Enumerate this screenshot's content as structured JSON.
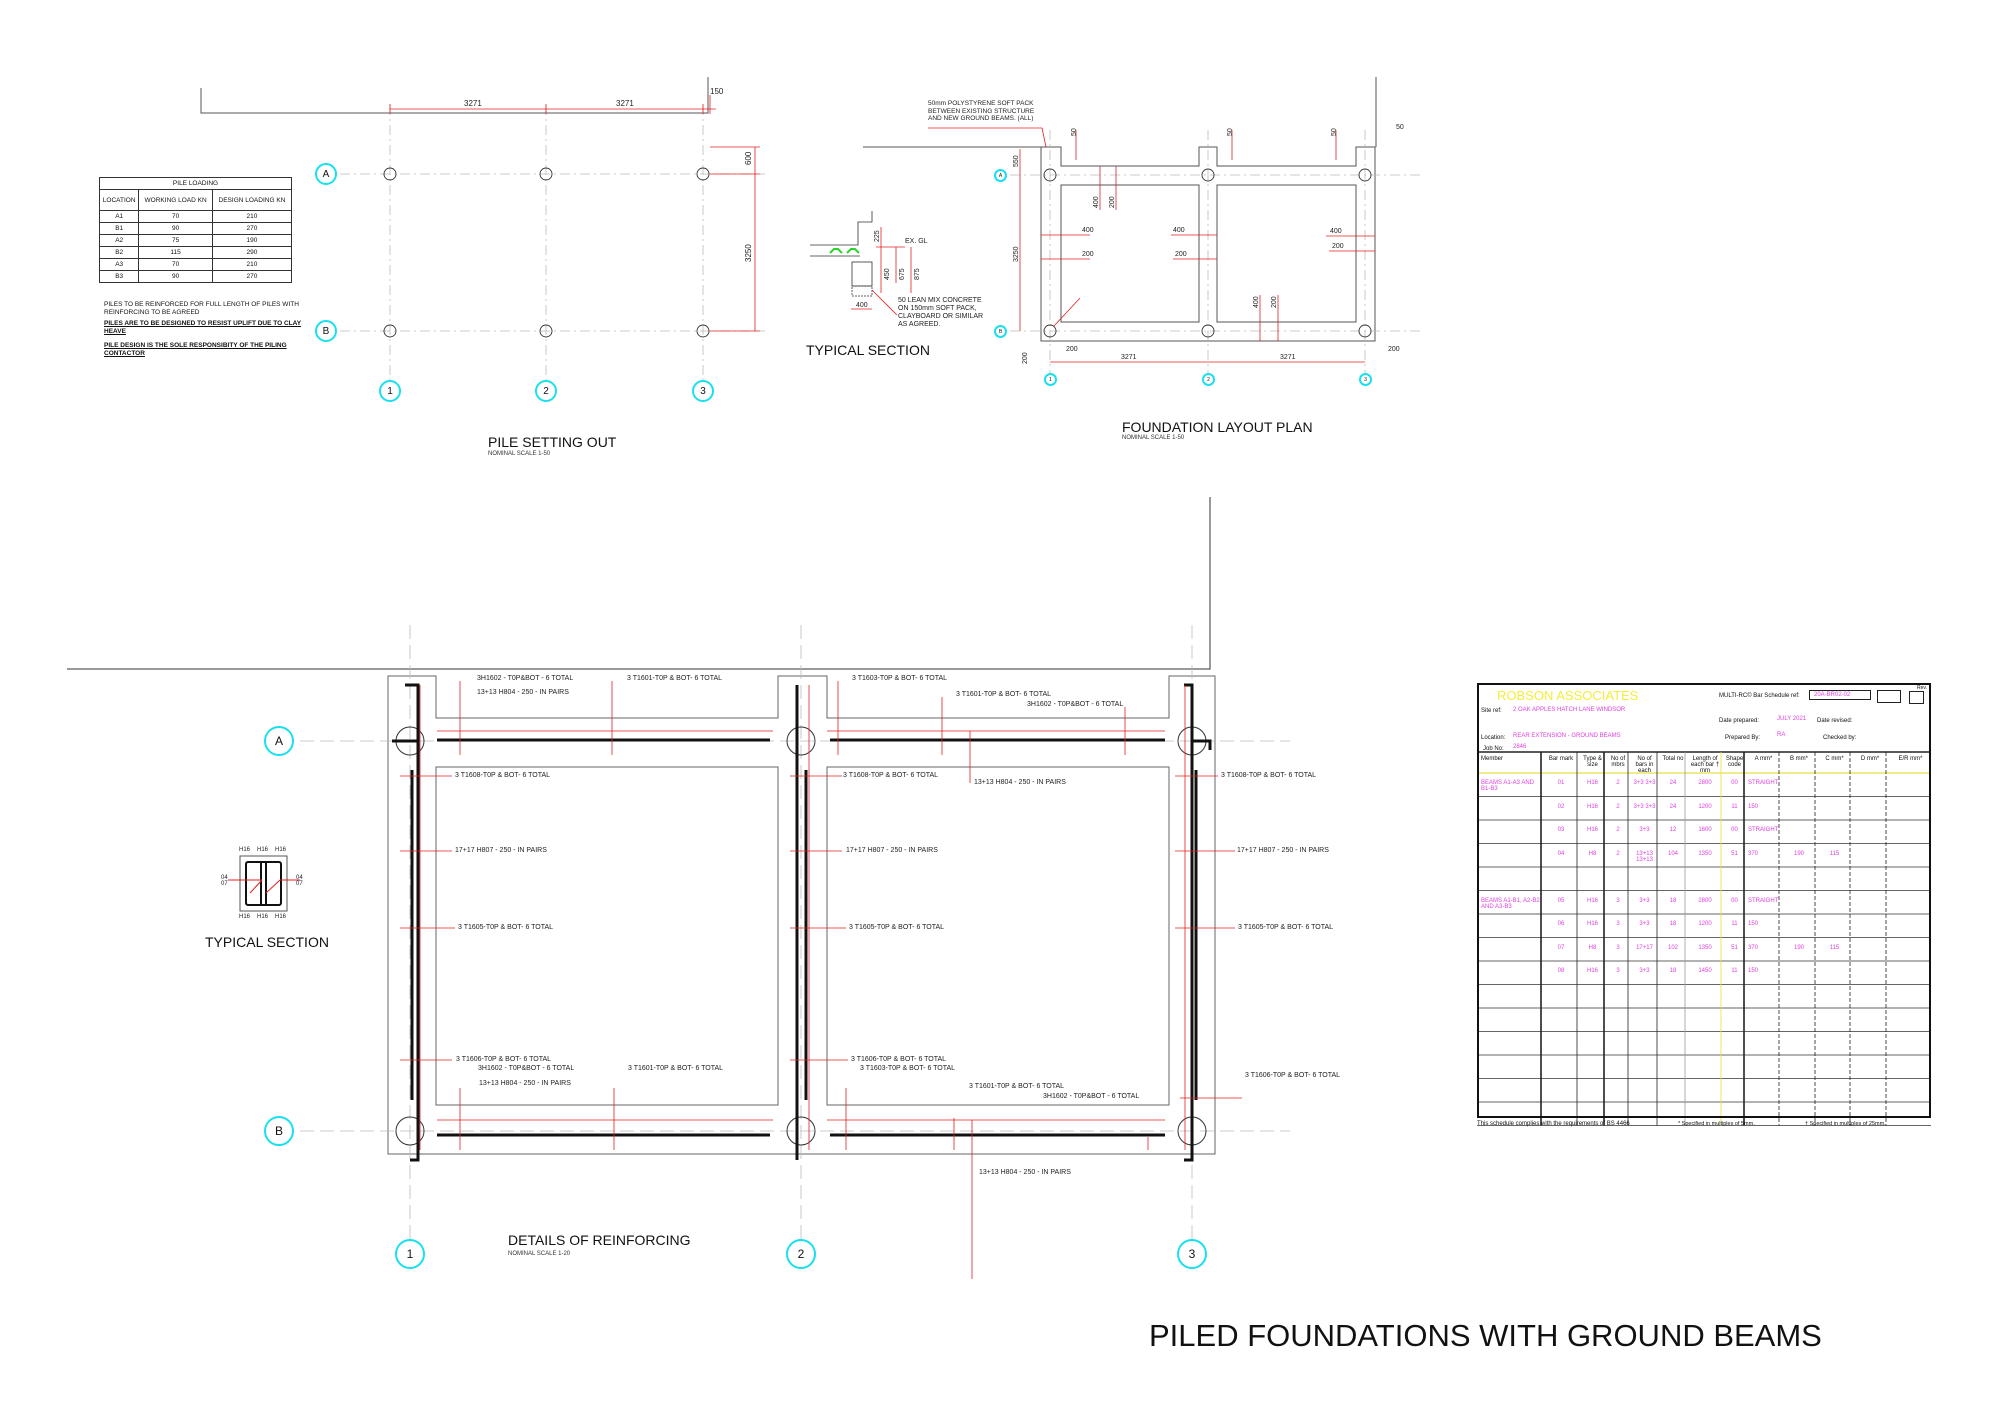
{
  "main_title": "PILED FOUNDATIONS WITH GROUND BEAMS",
  "pile_setting_out": {
    "title": "PILE SETTING OUT",
    "scale": "NOMINAL SCALE 1-50",
    "rows": [
      "A",
      "B"
    ],
    "cols": [
      "1",
      "2",
      "3"
    ],
    "dims": [
      "3271",
      "3271",
      "150",
      "600",
      "3250"
    ]
  },
  "pile_loading": {
    "title": "PILE LOADING",
    "headers": [
      "LOCATION",
      "WORKING LOAD KN",
      "DESIGN LOADING KN"
    ],
    "rows": [
      [
        "A1",
        "70",
        "210"
      ],
      [
        "B1",
        "90",
        "270"
      ],
      [
        "A2",
        "75",
        "190"
      ],
      [
        "B2",
        "115",
        "290"
      ],
      [
        "A3",
        "70",
        "210"
      ],
      [
        "B3",
        "90",
        "270"
      ]
    ],
    "notes": [
      "PILES TO BE REINFORCED FOR FULL LENGTH OF PILES WITH REINFORCING TO BE AGREED",
      "PILES ARE TO BE DESIGNED TO RESIST UPLIFT DUE TO CLAY HEAVE",
      "PILE DESIGN IS THE SOLE RESPONSIBITY OF THE PILING CONTACTOR"
    ]
  },
  "typical_section_top": {
    "title": "TYPICAL SECTION",
    "ex_gl": "EX. GL",
    "note": "50 LEAN MIX CONCRETE ON 150mm SOFT PACK, CLAYBOARD OR SIMILAR AS AGREED.",
    "dims": [
      "225",
      "450",
      "675",
      "875",
      "400"
    ]
  },
  "foundation_layout": {
    "title": "FOUNDATION LAYOUT PLAN",
    "scale": "NOMINAL SCALE 1-50",
    "note": "50mm POLYSTYRENE SOFT PACK BETWEEN EXISTING STRUCTURE AND NEW GROUND BEAMS. (ALL)",
    "rows": [
      "A",
      "B"
    ],
    "cols": [
      "1",
      "2",
      "3"
    ],
    "dims": [
      "50",
      "50",
      "50",
      "50",
      "550",
      "3250",
      "400",
      "200",
      "400",
      "200",
      "400",
      "200",
      "400",
      "200",
      "400",
      "200",
      "200",
      "200",
      "3271",
      "3271",
      "200"
    ]
  },
  "reinforcing": {
    "title": "DETAILS OF REINFORCING",
    "scale": "NOMINAL SCALE 1-20",
    "rows": [
      "A",
      "B"
    ],
    "cols": [
      "1",
      "2",
      "3"
    ],
    "labels": [
      "3H1602 - T0P&BOT - 6 TOTAL",
      "13+13 H804 - 250 - IN PAIRS",
      "3 T1601-T0P & BOT- 6 TOTAL",
      "3 T1608-T0P & BOT- 6 TOTAL",
      "3 T1603-T0P & BOT- 6 TOTAL",
      "3 T1601-T0P & BOT- 6 TOTAL",
      "3H1602 - T0P&BOT - 6 TOTAL",
      "3 T1608-T0P & BOT- 6 TOTAL",
      "13+13 H804 - 250 - IN PAIRS",
      "3 T1608-T0P & BOT- 6 TOTAL",
      "17+17 H807 - 250 - IN PAIRS",
      "17+17 H807 - 250 - IN PAIRS",
      "17+17 H807 - 250 - IN PAIRS",
      "3 T1605-T0P & BOT- 6 TOTAL",
      "3 T1605-T0P & BOT- 6 TOTAL",
      "3 T1605-T0P & BOT- 6 TOTAL",
      "3 T1606-T0P & BOT- 6 TOTAL",
      "3H1602 - T0P&BOT - 6 TOTAL",
      "3 T1601-T0P & BOT- 6 TOTAL",
      "13+13 H804 - 250 - IN PAIRS",
      "3 T1606-T0P & BOT- 6 TOTAL",
      "3 T1603-T0P & BOT- 6 TOTAL",
      "3 T1601-T0P & BOT- 6 TOTAL",
      "3H1602 - T0P&BOT - 6 TOTAL",
      "3 T1606-T0P & BOT- 6 TOTAL",
      "13+13 H804 - 250 - IN PAIRS"
    ]
  },
  "typical_section_bottom": {
    "title": "TYPICAL SECTION",
    "bars_top": [
      "H16",
      "H16",
      "H16"
    ],
    "bars_bottom": [
      "H16",
      "H16",
      "H16"
    ],
    "marks_left": "04\n07",
    "marks_right": "04\n07"
  },
  "bar_schedule": {
    "company": "ROBSON  ASSOCIATES",
    "schedule_ref_label": "MULTI-RC© Bar Schedule ref:",
    "schedule_ref": "20A-BR02-02",
    "rev_label": "Rev.",
    "site_ref_label": "Site ref:",
    "site_ref": "2 OAK APPLES HATCH LANE WINDSOR",
    "date_prepared_label": "Date prepared:",
    "date_prepared": "JULY 2021",
    "date_revised_label": "Date revised:",
    "location_label": "Location:",
    "location": "REAR EXTENSION - GROUND BEAMS",
    "prepared_by_label": "Prepared By:",
    "prepared_by": "RA",
    "checked_by_label": "Checked by:",
    "job_no_label": "Job No:",
    "job_no": "2846",
    "headers": [
      "Member",
      "Bar mark",
      "Type & size",
      "No of mbrs",
      "No of bars in each",
      "Total no",
      "Length of each bar † mm",
      "Shape code",
      "A mm*",
      "B mm*",
      "C mm*",
      "D mm*",
      "E/R mm*"
    ],
    "rows": [
      [
        "BEAMS A1-A3 AND B1-B3",
        "01",
        "H16",
        "2",
        "3+3 3+3",
        "24",
        "2800",
        "00",
        "STRAIGHT",
        "",
        "",
        "",
        ""
      ],
      [
        "",
        "02",
        "H16",
        "2",
        "3+3 3+3",
        "24",
        "1200",
        "11",
        "150",
        "",
        "",
        "",
        ""
      ],
      [
        "",
        "03",
        "H16",
        "2",
        "3+3",
        "12",
        "1600",
        "00",
        "STRAIGHT",
        "",
        "",
        "",
        ""
      ],
      [
        "",
        "04",
        "H8",
        "2",
        "13+13 13+13",
        "104",
        "1350",
        "51",
        "370",
        "190",
        "115",
        "",
        ""
      ],
      [
        "",
        "",
        "",
        "",
        "",
        "",
        "",
        "",
        "",
        "",
        "",
        "",
        ""
      ],
      [
        "BEAMS A1-B1, A2-B2 AND A3-B3",
        "05",
        "H16",
        "3",
        "3+3",
        "18",
        "2800",
        "00",
        "STRAIGHT",
        "",
        "",
        "",
        ""
      ],
      [
        "",
        "06",
        "H16",
        "3",
        "3+3",
        "18",
        "1200",
        "11",
        "150",
        "",
        "",
        "",
        ""
      ],
      [
        "",
        "07",
        "H8",
        "3",
        "17+17",
        "102",
        "1350",
        "51",
        "370",
        "190",
        "115",
        "",
        ""
      ],
      [
        "",
        "08",
        "H16",
        "3",
        "3+3",
        "18",
        "1450",
        "11",
        "150",
        "",
        "",
        "",
        ""
      ]
    ],
    "empty_rows": 6,
    "footnotes": [
      "This schedule complies with the requirements of BS 4466",
      "* Specified in multiples of 5mm.",
      "† Specified in multiples of 25mm."
    ]
  },
  "colors": {
    "grid_bubble": "#19e0ee",
    "dimension": "#e02020",
    "schedule_text": "#e040e0",
    "company": "#f4ee3a"
  }
}
